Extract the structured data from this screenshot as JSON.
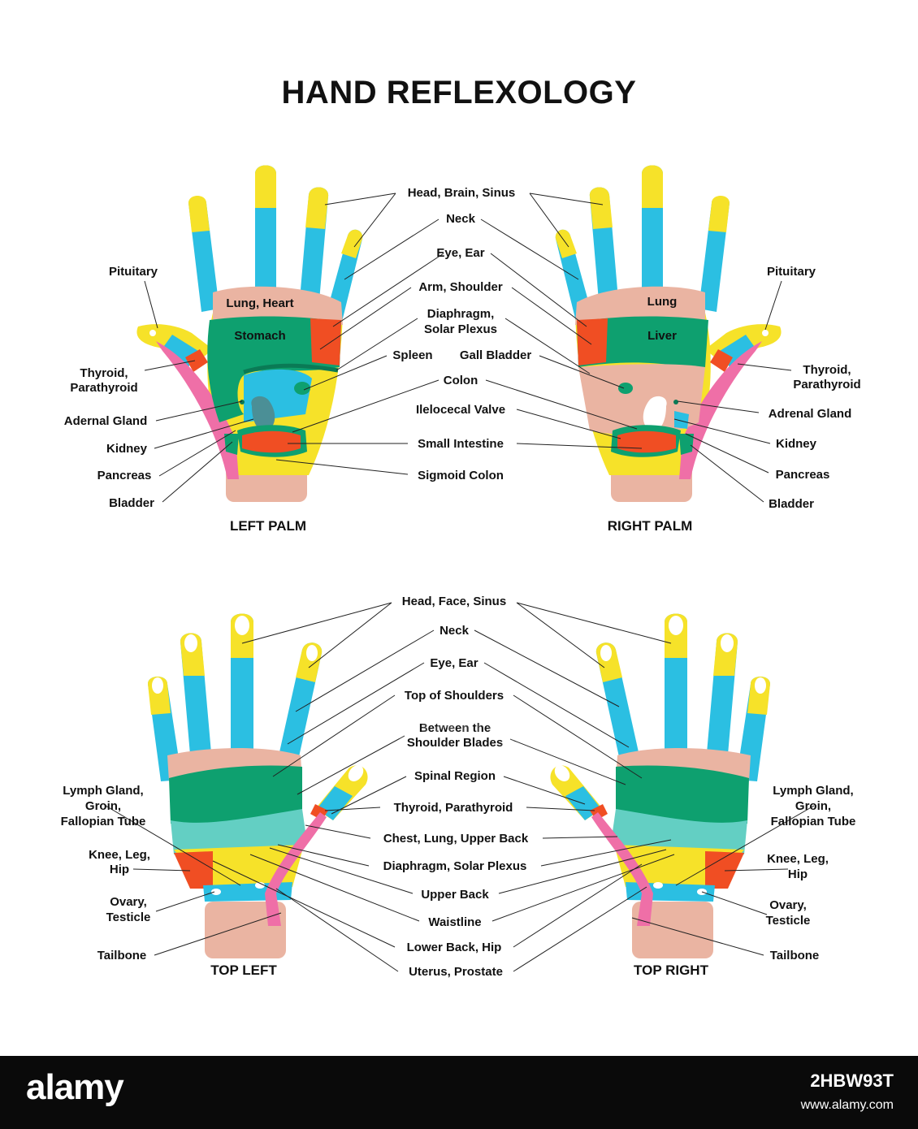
{
  "title": "HAND REFLEXOLOGY",
  "colors": {
    "cyan": "#2bbfe2",
    "yellow": "#f6e229",
    "skin": "#eab4a2",
    "green": "#0ea06f",
    "teal": "#63cfc3",
    "orange": "#f04e23",
    "pink": "#ef6fa7",
    "white": "#ffffff",
    "slate": "#4b8f96"
  },
  "captions": {
    "left_palm": "LEFT PALM",
    "right_palm": "RIGHT PALM",
    "top_left": "TOP LEFT",
    "top_right": "TOP RIGHT"
  },
  "palm_labels": {
    "head_brain_sinus": "Head, Brain, Sinus",
    "neck": "Neck",
    "eye_ear": "Eye, Ear",
    "arm_shoulder": "Arm, Shoulder",
    "diaphragm_l1": "Diaphragm,",
    "diaphragm_l2": "Solar Plexus",
    "spleen": "Spleen",
    "gall_bladder": "Gall Bladder",
    "colon": "Colon",
    "ileocecal": "Ilelocecal Valve",
    "small_intestine": "Small Intestine",
    "sigmoid": "Sigmoid Colon",
    "pituitary_left": "Pituitary",
    "thyroid_left_l1": "Thyroid,",
    "thyroid_left_l2": "Parathyroid",
    "adrenal_left": "Adernal Gland",
    "kidney_left": "Kidney",
    "pancreas_left": "Pancreas",
    "bladder_left": "Bladder",
    "pituitary_right": "Pituitary",
    "thyroid_right_l1": "Thyroid,",
    "thyroid_right_l2": "Parathyroid",
    "adrenal_right": "Adrenal Gland",
    "kidney_right": "Kidney",
    "pancreas_right": "Pancreas",
    "bladder_right": "Bladder",
    "lung_heart": "Lung, Heart",
    "stomach": "Stomach",
    "lung": "Lung",
    "liver": "Liver"
  },
  "top_labels": {
    "head_face_sinus": "Head, Face, Sinus",
    "neck": "Neck",
    "eye_ear": "Eye, Ear",
    "top_shoulders": "Top of Shoulders",
    "between_l1": "Between the",
    "between_l2": "Shoulder Blades",
    "spinal": "Spinal Region",
    "thyroid": "Thyroid, Parathyroid",
    "chest": "Chest, Lung, Upper Back",
    "diaphragm": "Diaphragm, Solar Plexus",
    "upper_back": "Upper Back",
    "waistline": "Waistline",
    "lower_back": "Lower Back, Hip",
    "uterus": "Uterus, Prostate",
    "lymph_left_l1": "Lymph Gland,",
    "lymph_left_l2": "Groin,",
    "lymph_left_l3": "Fallopian Tube",
    "knee_left_l1": "Knee, Leg,",
    "knee_left_l2": "Hip",
    "ovary_left_l1": "Ovary,",
    "ovary_left_l2": "Testicle",
    "tailbone_left": "Tailbone",
    "lymph_right_l1": "Lymph Gland,",
    "lymph_right_l2": "Groin,",
    "lymph_right_l3": "Fallopian Tube",
    "knee_right_l1": "Knee, Leg,",
    "knee_right_l2": "Hip",
    "ovary_right_l1": "Ovary,",
    "ovary_right_l2": "Testicle",
    "tailbone_right": "Tailbone"
  },
  "footer": {
    "logo": "alamy",
    "image_id": "2HBW93T",
    "url": "www.alamy.com",
    "watermark": "alamy"
  }
}
